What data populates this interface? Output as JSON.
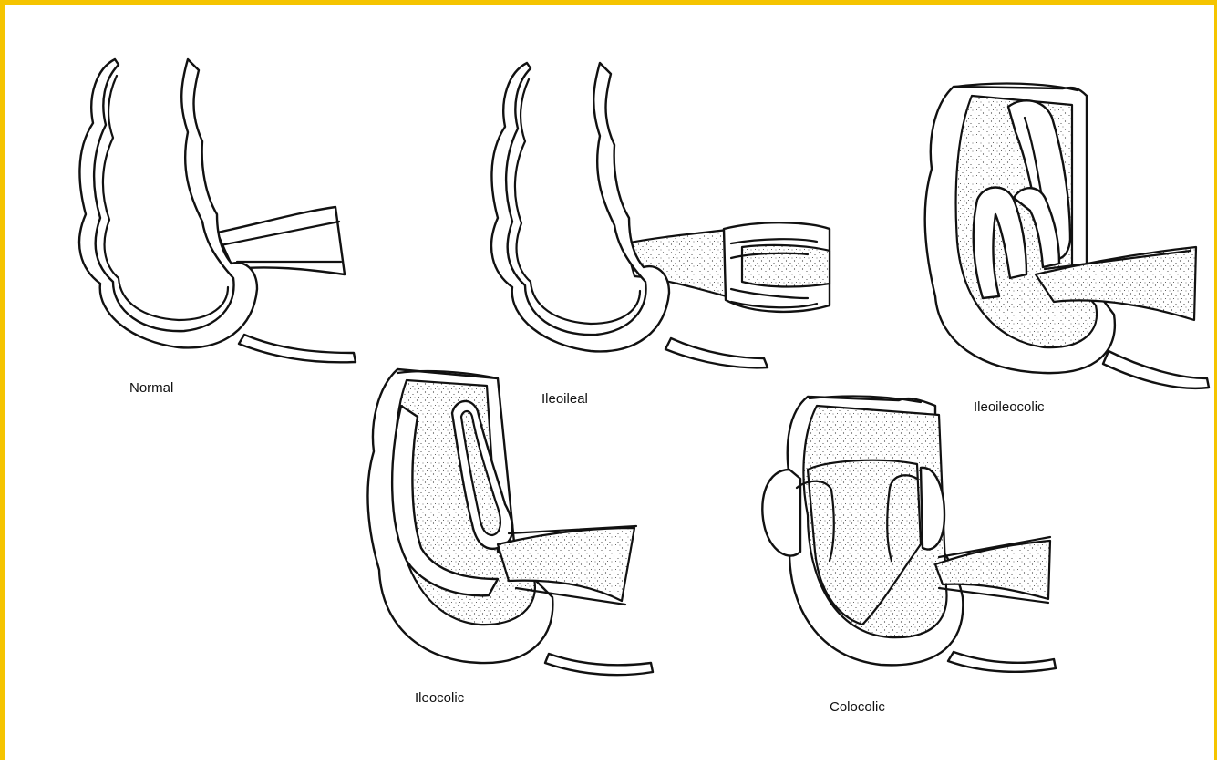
{
  "figure": {
    "labels": {
      "normal": "Normal",
      "ileoileal": "Ileoileal",
      "ileoileocolic": "Ileoileocolic",
      "ileocolic": "Ileocolic",
      "colocolic": "Colocolic"
    },
    "border_color": "#f5c400"
  }
}
